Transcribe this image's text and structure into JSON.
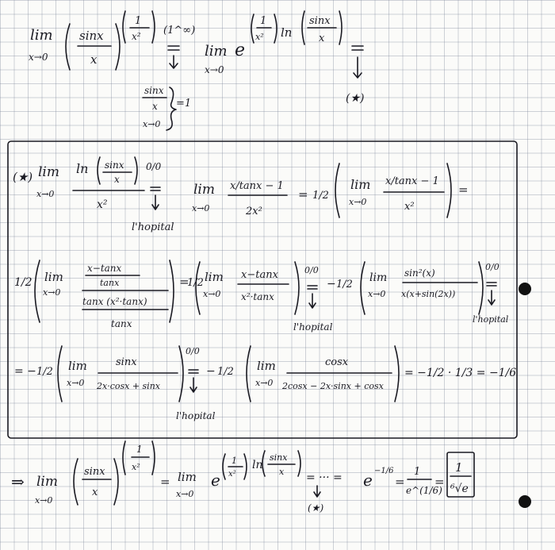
{
  "top": {
    "lim": "lim",
    "lim_sub": "x→0",
    "sinx": "sinx",
    "x": "x",
    "one": "1",
    "x2": "x²",
    "indet": "(1^∞)",
    "e": "e",
    "ln": "ln",
    "side_sinx": "sinx",
    "side_x": "x",
    "side_sub": "x→0",
    "side_eq1": "=1",
    "star": "(★)"
  },
  "box": {
    "star_label": "(★)",
    "lim": "lim",
    "lim_sub": "x→0",
    "ln": "ln",
    "sinx": "sinx",
    "x": "x",
    "x2": "x²",
    "zero_over_zero": "0/0",
    "lhopital": "l'hopital",
    "frac_x_tanx": "x/tanx − 1",
    "den_2x2": "2x²",
    "half": "1/2",
    "minus1": "−1",
    "row2_num_a": "x−tanx",
    "row2_tan": "tanx",
    "row2_den": "tanx (x²·tanx)",
    "row2_den2": "tanx",
    "row2_num_b": "x−tanx",
    "row2_den_b": "x²·tanx",
    "row2_num_c": "sin²(x)",
    "row2_den_c": "x(x+sin(2x))",
    "row3_num_a": "sinx",
    "row3_den_a": "2x·cosx + sinx",
    "row3_num_b": "cosx",
    "row3_den_b": "2cosx − 2x·sinx + cosx",
    "row3_result": "= −1/2 · 1/3 = −1/6"
  },
  "bottom": {
    "implies": "⇒",
    "lim": "lim",
    "lim_sub": "x→0",
    "sinx": "sinx",
    "x": "x",
    "one": "1",
    "x2": "x²",
    "e": "e",
    "ln": "ln",
    "dots": "= ··· =",
    "e_pow": "e",
    "exp": "−1/6",
    "one_over": "1",
    "e_den": "e^(1/6)",
    "answer_num": "1",
    "answer_den": "⁶√e",
    "star": "(★)"
  }
}
